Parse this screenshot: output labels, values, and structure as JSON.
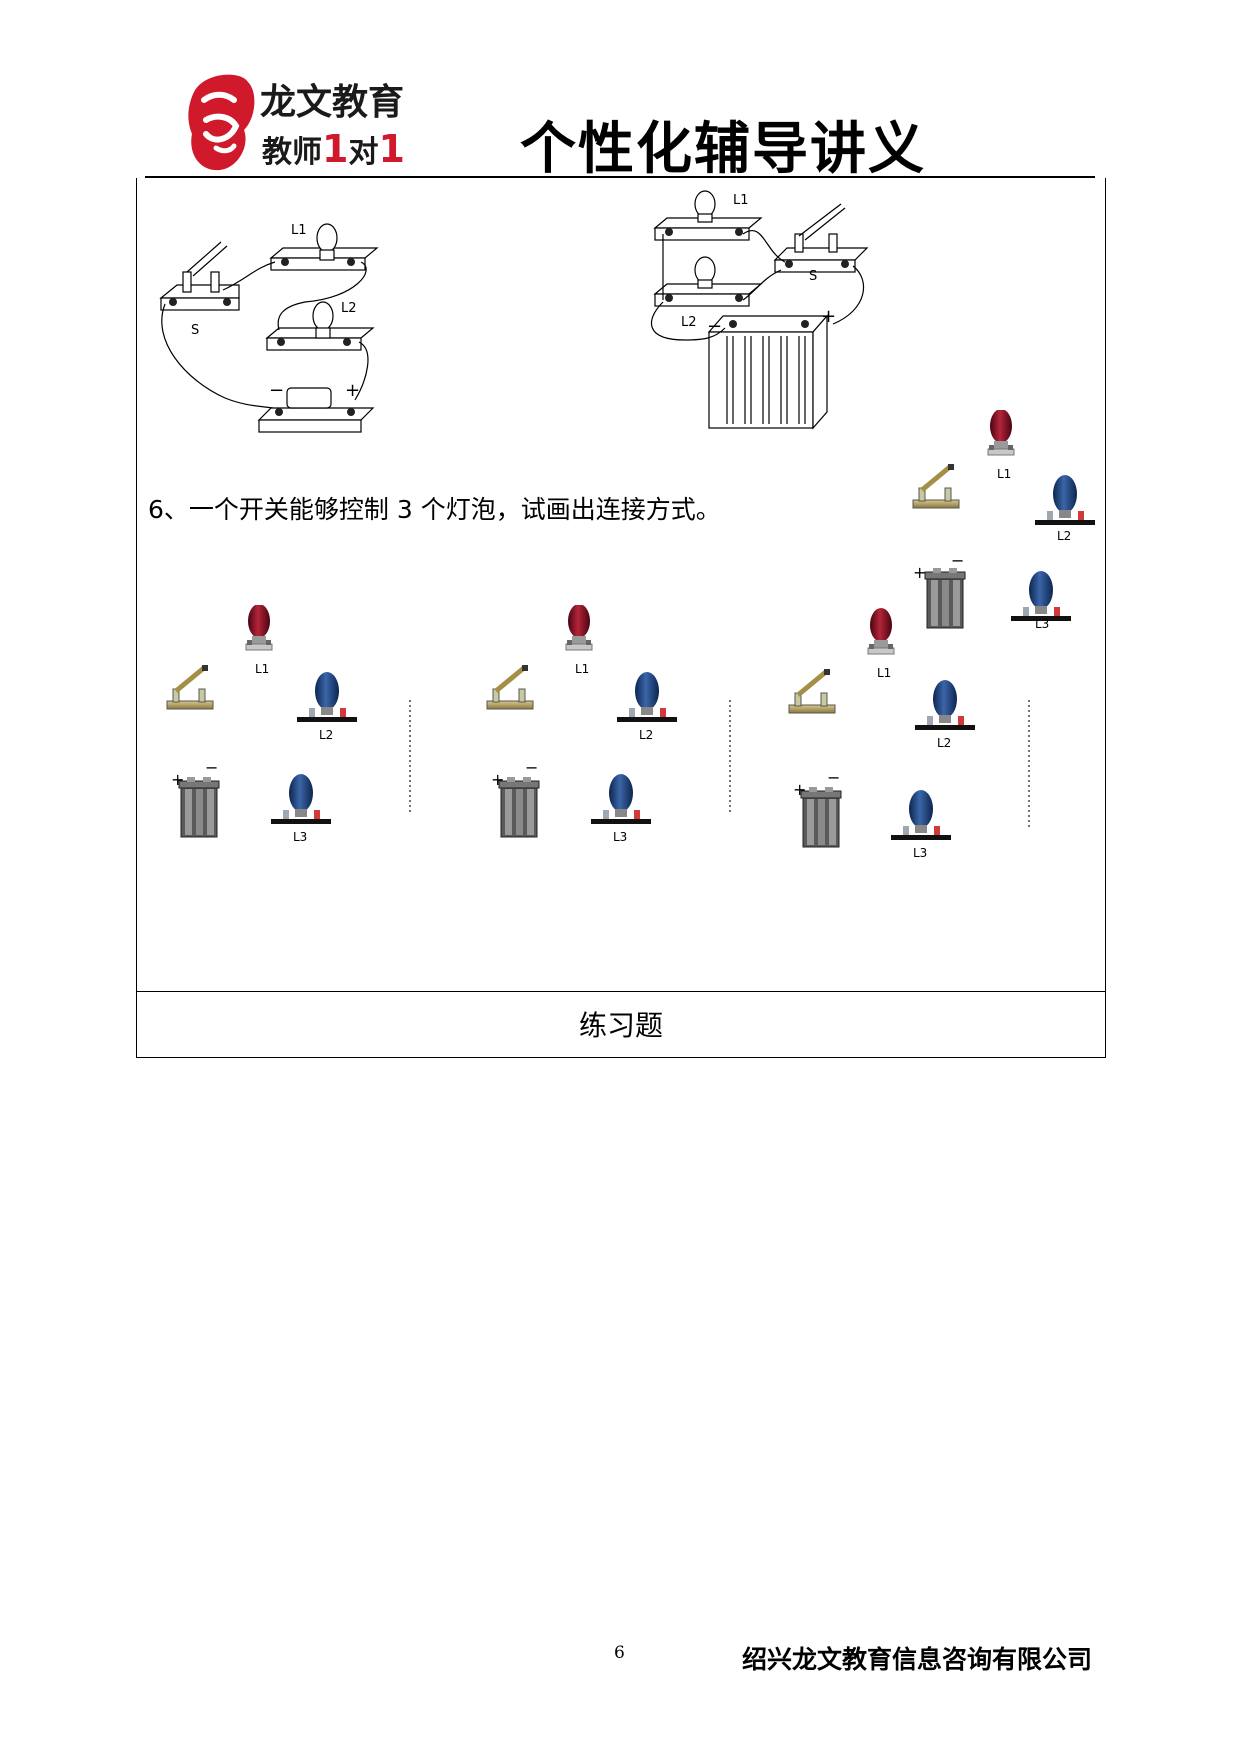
{
  "header": {
    "logo": {
      "line1": "龙文教育",
      "line2_prefix": "教师",
      "line2_num1": "1",
      "line2_mid": "对",
      "line2_num2": "1"
    },
    "title": "个性化辅导讲义"
  },
  "circuits": {
    "left": {
      "switch_label": "S",
      "lamp1": "L1",
      "lamp2": "L2",
      "minus": "−",
      "plus": "+"
    },
    "right": {
      "switch_label": "S",
      "lamp1": "L1",
      "lamp2": "L2",
      "minus": "−",
      "plus": "+"
    }
  },
  "question": "6、一个开关能够控制 3 个灯泡，试画出连接方式。",
  "component_labels": {
    "l1": "L1",
    "l2": "L2",
    "l3": "L3",
    "plus": "+",
    "minus": "−"
  },
  "section_title": "练习题",
  "footer": {
    "page_number": "6",
    "company": "绍兴龙文教育信息咨询有限公司"
  },
  "colors": {
    "red_bulb": "#7a0d1c",
    "blue_bulb": "#1c3f78",
    "logo_red": "#d0192a"
  }
}
